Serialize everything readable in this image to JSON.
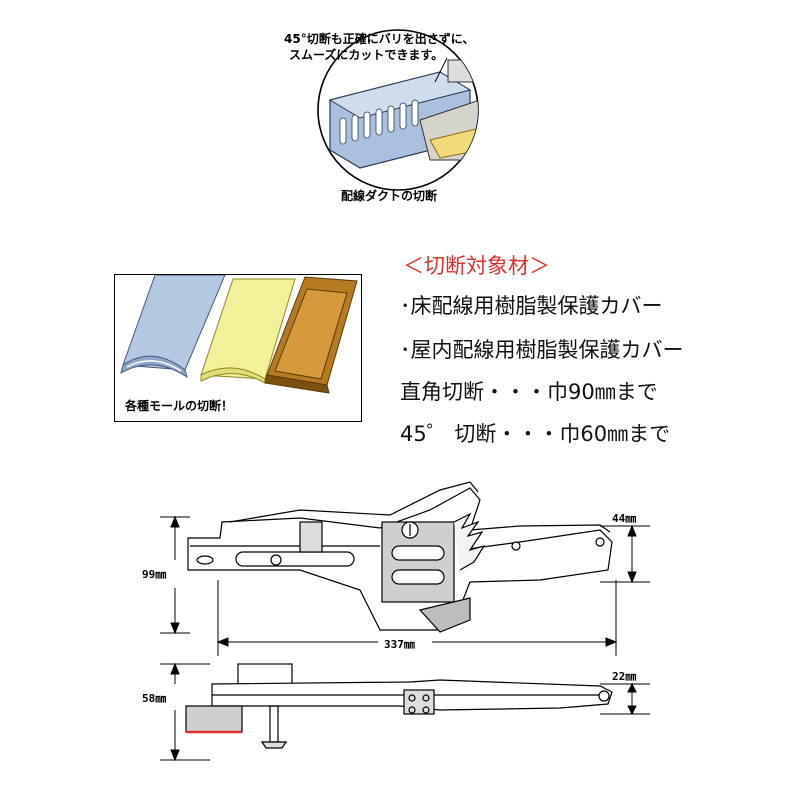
{
  "top_callout": {
    "caption_line1": "45°切断も正確にバリを出さずに、",
    "caption_line2": "スムーズにカットできます。",
    "label": "配線ダクトの切断"
  },
  "molding_panel": {
    "label": "各種モールの切断！",
    "colors": {
      "blue": "#b5c8e2",
      "yellow": "#f3f09a",
      "brown": "#b57a22"
    }
  },
  "specs": {
    "heading": "＜切断対象材＞",
    "items": [
      "･床配線用樹脂製保護カバー",
      "･屋内配線用樹脂製保護カバー",
      "直角切断・・・巾90㎜まで",
      "45゜ 切断・・・巾60㎜まで"
    ],
    "heading_color": "#e0302c"
  },
  "drawing": {
    "dims": {
      "height": "99㎜",
      "length": "337㎜",
      "jaw": "44㎜",
      "side_height": "58㎜",
      "side_tail": "22㎜"
    }
  }
}
